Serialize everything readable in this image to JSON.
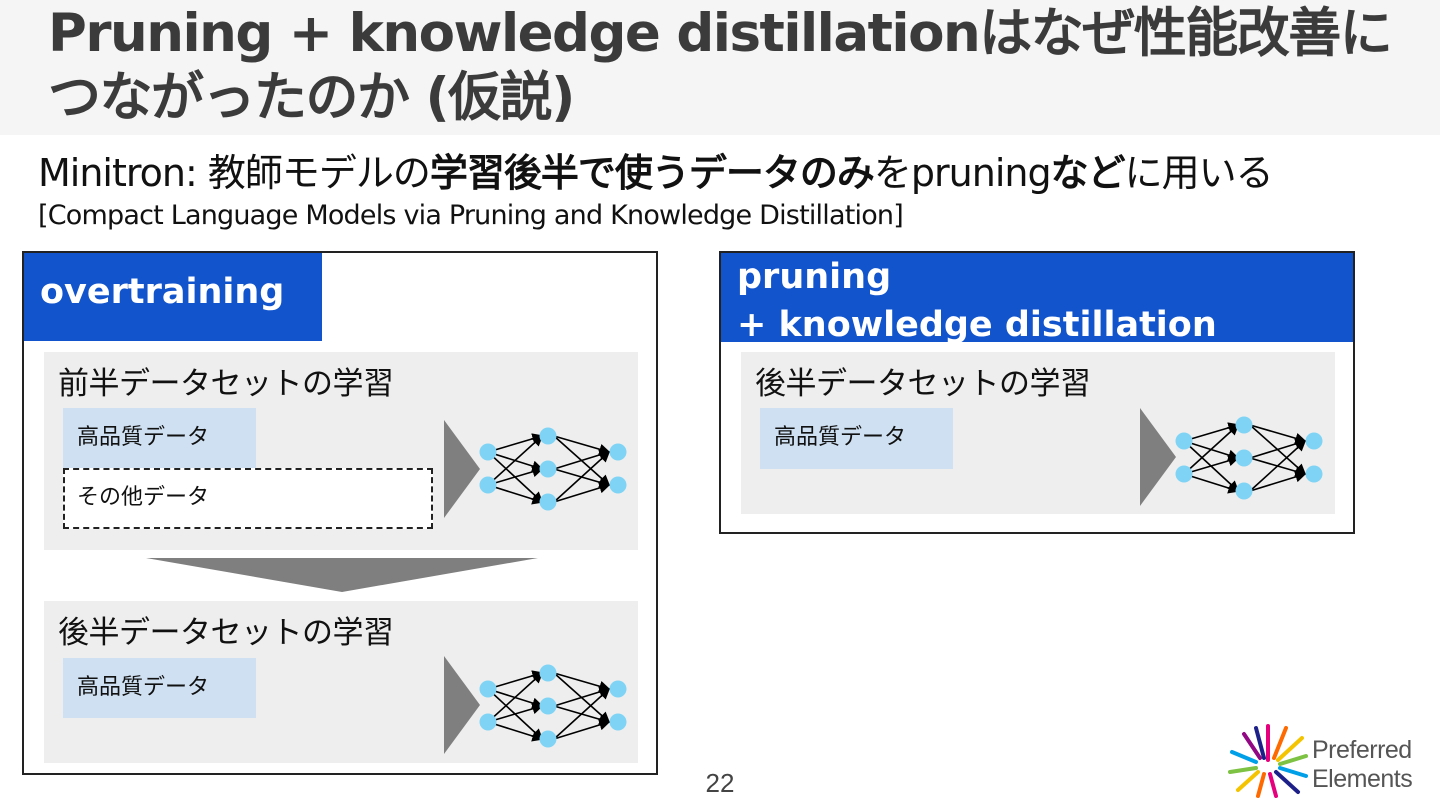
{
  "slide": {
    "title": "Pruning + knowledge distillationはなぜ性能改善につながったのか (仮説)",
    "subtitle": {
      "prefix": "Minitron: 教師モデルの",
      "bold1": "学習後半で使うデータのみ",
      "mid": "を",
      "plain2": "pruning",
      "bold2": "など",
      "suffix": "に用いる"
    },
    "reference": "[Compact Language Models via Pruning and Knowledge Distillation]",
    "page_number": "22"
  },
  "left_panel": {
    "header": "overtraining",
    "stage1": {
      "title": "前半データセットの学習",
      "chip_high_quality": "高品質データ",
      "chip_other": "その他データ"
    },
    "stage2": {
      "title": "後半データセットの学習",
      "chip_high_quality": "高品質データ"
    }
  },
  "right_panel": {
    "header_line1": "pruning",
    "header_line2": "+ knowledge distillation",
    "stage": {
      "title": "後半データセットの学習",
      "chip_high_quality": "高品質データ"
    }
  },
  "logo": {
    "line1": "Preferred",
    "line2": "Elements"
  },
  "colors": {
    "header_blue": "#1254cc",
    "chip_blue": "#cfe0f2",
    "stage_gray": "#eeeeee",
    "node_cyan": "#7fd4f5",
    "arrow_gray": "#7f7f7f"
  }
}
